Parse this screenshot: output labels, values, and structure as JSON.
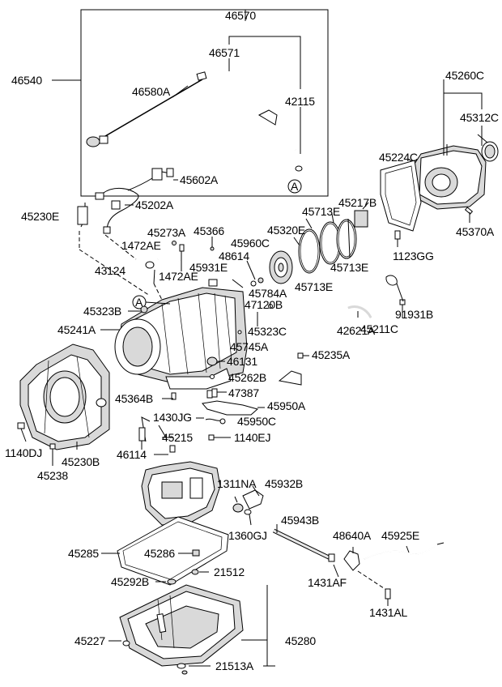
{
  "labels": {
    "l46570": "46570",
    "l46540": "46540",
    "l46571": "46571",
    "l46580A": "46580A",
    "l42115": "42115",
    "calloutA1": "A",
    "calloutA2": "A",
    "l45260C": "45260C",
    "l45312C": "45312C",
    "l45224C": "45224C",
    "l45602A": "45602A",
    "l45202A": "45202A",
    "l45230E": "45230E",
    "l45217B": "45217B",
    "l45713E_1": "45713E",
    "l45320E": "45320E",
    "l45273A": "45273A",
    "l45366": "45366",
    "l45960C": "45960C",
    "l1472AE_1": "1472AE",
    "l1472AE_2": "1472AE",
    "l1123GG": "1123GG",
    "l45370A": "45370A",
    "l48614": "48614",
    "l45931E": "45931E",
    "l43124": "43124",
    "l45713E_2": "45713E",
    "l45713E_3": "45713E",
    "l45784A": "45784A",
    "l47120B": "47120B",
    "l91931B": "91931B",
    "l45323B": "45323B",
    "l45241A": "45241A",
    "l42621A": "42621A",
    "l45211C": "45211C",
    "l45323C": "45323C",
    "l45745A": "45745A",
    "l45235A": "45235A",
    "l46131": "46131",
    "l45262B": "45262B",
    "l47387": "47387",
    "l45364B": "45364B",
    "l45950A": "45950A",
    "l1430JG": "1430JG",
    "l45950C": "45950C",
    "l1140DJ": "1140DJ",
    "l45215": "45215",
    "l1140EJ": "1140EJ",
    "l45230B": "45230B",
    "l46114": "46114",
    "l45238": "45238",
    "l1311NA": "1311NA",
    "l45932B": "45932B",
    "l45943B": "45943B",
    "l1360GJ": "1360GJ",
    "l48640A": "48640A",
    "l45925E": "45925E",
    "l45285": "45285",
    "l45286": "45286",
    "l1431AF": "1431AF",
    "l45292B": "45292B",
    "l21512": "21512",
    "l1431AL": "1431AL",
    "l45227": "45227",
    "l45280": "45280",
    "l21513A": "21513A"
  }
}
